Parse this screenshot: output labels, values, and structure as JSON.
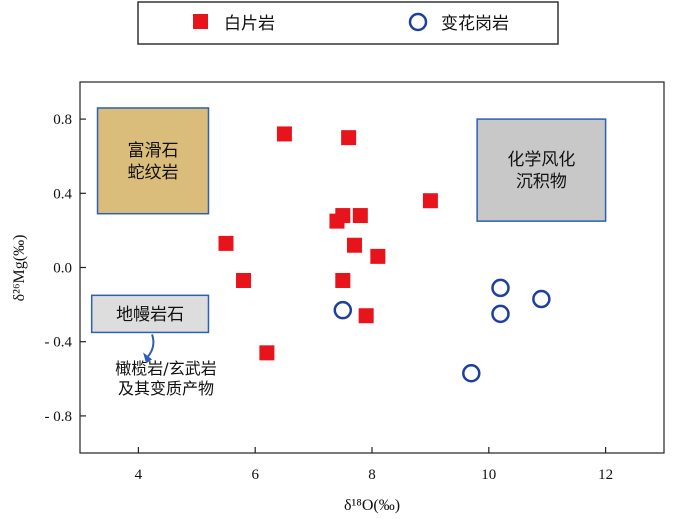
{
  "chart_data": {
    "type": "scatter",
    "xlabel": "δ¹⁸O(‰)",
    "ylabel": "δ²⁶Mg(‰)",
    "xlim": [
      3.0,
      13.0
    ],
    "ylim": [
      -1.0,
      1.0
    ],
    "xticks": [
      4,
      6,
      8,
      10,
      12
    ],
    "yticks": [
      0.8,
      0.4,
      0.0,
      -0.4,
      -0.8
    ],
    "ytick_labels": [
      "0.8",
      "0.4",
      "0.0",
      "- 0.4",
      "- 0.8"
    ],
    "series": [
      {
        "name": "白片岩",
        "marker": "square",
        "color": "#e8141b",
        "points": [
          {
            "x": 6.5,
            "y": 0.72
          },
          {
            "x": 7.6,
            "y": 0.7
          },
          {
            "x": 9.0,
            "y": 0.36
          },
          {
            "x": 7.4,
            "y": 0.25
          },
          {
            "x": 7.5,
            "y": 0.28
          },
          {
            "x": 7.8,
            "y": 0.28
          },
          {
            "x": 5.5,
            "y": 0.13
          },
          {
            "x": 7.7,
            "y": 0.12
          },
          {
            "x": 8.1,
            "y": 0.06
          },
          {
            "x": 5.8,
            "y": -0.07
          },
          {
            "x": 7.5,
            "y": -0.07
          },
          {
            "x": 7.9,
            "y": -0.26
          },
          {
            "x": 6.2,
            "y": -0.46
          }
        ]
      },
      {
        "name": "变花岗岩",
        "marker": "circle-open",
        "color": "#1d3f9e",
        "points": [
          {
            "x": 7.5,
            "y": -0.23
          },
          {
            "x": 10.2,
            "y": -0.11
          },
          {
            "x": 10.9,
            "y": -0.17
          },
          {
            "x": 10.2,
            "y": -0.25
          },
          {
            "x": 9.7,
            "y": -0.57
          }
        ]
      }
    ],
    "regions": [
      {
        "label_lines": [
          "富滑石",
          "蛇纹岩"
        ],
        "fill": "#dbbd7b",
        "x": [
          3.3,
          5.2
        ],
        "y": [
          0.29,
          0.86
        ]
      },
      {
        "label_lines": [
          "化学风化",
          "沉积物"
        ],
        "fill": "#c8c8c8",
        "x": [
          9.8,
          12.0
        ],
        "y": [
          0.25,
          0.8
        ]
      },
      {
        "label_lines": [
          "地幔岩石"
        ],
        "fill": "#dddddd",
        "x": [
          3.2,
          5.2
        ],
        "y": [
          -0.35,
          -0.15
        ]
      }
    ],
    "annotation": {
      "lines": [
        "橄榄岩/玄武岩",
        "及其变质产物"
      ],
      "arrow_color": "#2c5fb5"
    },
    "legend": {
      "position": "top",
      "entries": [
        "白片岩",
        "变花岗岩"
      ]
    },
    "grid": false
  }
}
